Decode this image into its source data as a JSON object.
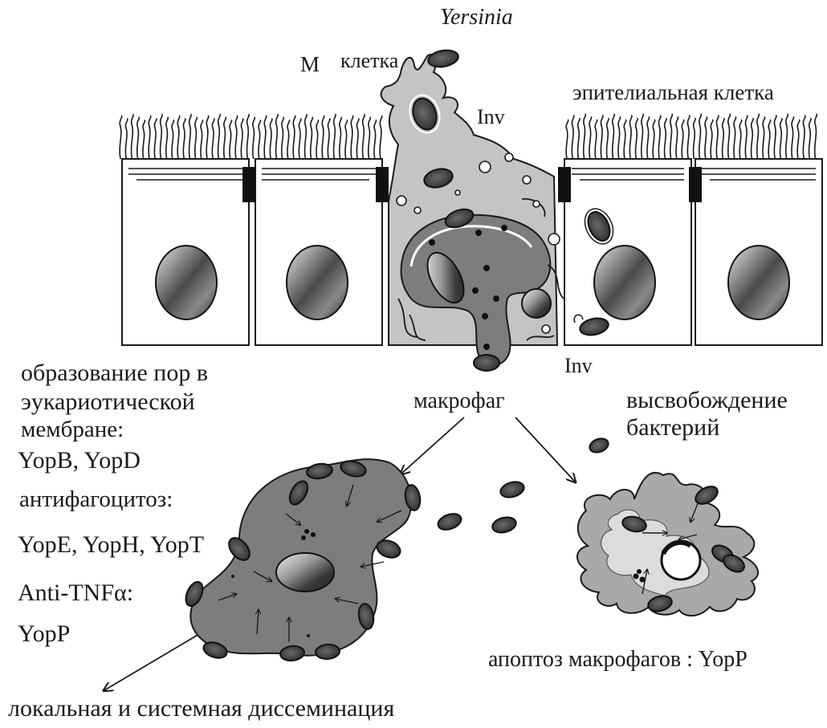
{
  "labels": {
    "yersinia": "Yersinia",
    "m_letter": "M",
    "m_cell": "клетка",
    "epithelial_cell": "эпителиальная клетка",
    "inv_top": "Inv",
    "inv_bottom": "Inv",
    "macrophage": "макрофаг",
    "release_line1": "высвобождение",
    "release_line2": "бактерий",
    "pore_line1": "образование пор в",
    "pore_line2": "эукариотической",
    "pore_line3": "мембране:",
    "yop_bd": "YopB, YopD",
    "antiphago": "антифагоцитоз:",
    "yop_eht": "YopE, YopH, YopT",
    "anti_tnf": "Anti-TNFα:",
    "yop_p": "YopP",
    "apoptosis": "апоптоз макрофагов : YopP",
    "dissemination": "локальная и системная диссеминация"
  },
  "colors": {
    "ink": "#1a1a1a",
    "cell_fill": "#ffffff",
    "m_cell_fill": "#c4c4c4",
    "macrophage_fill": "#7d7d7d",
    "bacterium_fill": "#4a4a4a",
    "junction_fill": "#111111"
  }
}
